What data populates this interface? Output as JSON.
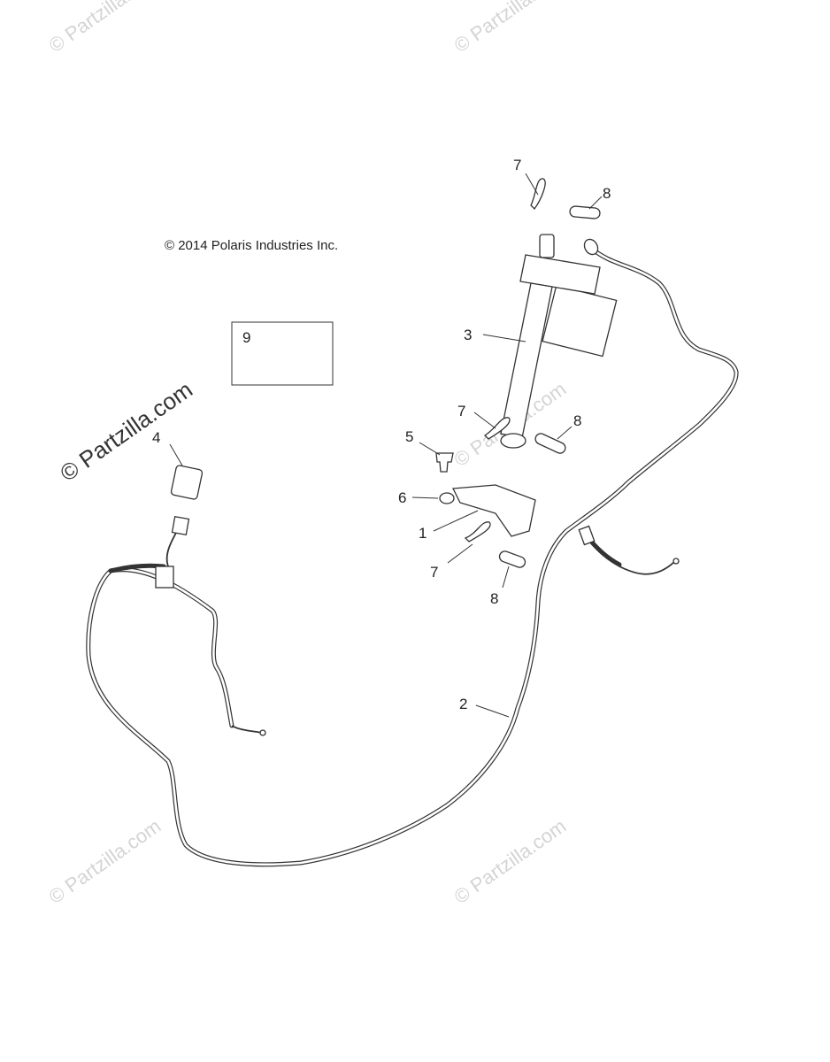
{
  "copyright": "© 2014 Polaris Industries Inc.",
  "watermark": "© Partzilla.com",
  "callouts": {
    "c1": "1",
    "c2": "2",
    "c3": "3",
    "c4": "4",
    "c5": "5",
    "c6": "6",
    "c7a": "7",
    "c7b": "7",
    "c7c": "7",
    "c8a": "8",
    "c8b": "8",
    "c8c": "8",
    "c9": "9"
  }
}
